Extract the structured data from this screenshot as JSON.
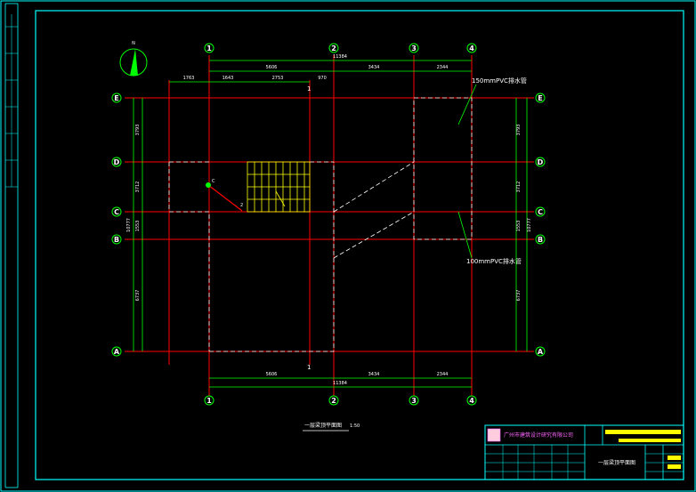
{
  "drawing": {
    "title": "一层梁顶平面图",
    "scale": "1:50",
    "north_label": "N",
    "pipe_note_top": "150mmPVC排水管",
    "pipe_note_bottom": "100mmPVC排水管",
    "stair_mark": "2",
    "section_mark_top": "1",
    "section_mark_bottom": "1",
    "point_mark": "C"
  },
  "axes": {
    "columns": [
      "1",
      "2",
      "3",
      "4"
    ],
    "rows": [
      "E",
      "D",
      "C",
      "B",
      "A"
    ]
  },
  "dimensions": {
    "top_total": "11384",
    "bottom_total": "11384",
    "top_segments": [
      "5606",
      "3434",
      "2344"
    ],
    "bottom_segments": [
      "5606",
      "3434",
      "2344"
    ],
    "top_detail": [
      "1763",
      "1643",
      "2753",
      "970"
    ],
    "left_segments": [
      "3793",
      "3712",
      "1553",
      "6737"
    ],
    "left_combined": "10777",
    "right_segments": [
      "3793",
      "3712",
      "1553",
      "6737"
    ],
    "right_combined": "10777"
  },
  "title_block": {
    "company": "广州市建筑设计研究有限公司",
    "drawing_name": "一层梁顶平面图"
  },
  "colors": {
    "frame": "#00ffff",
    "grid": "#ff0000",
    "dimension": "#00ff00",
    "stair": "#ffff00",
    "dashed": "#ffffff"
  }
}
